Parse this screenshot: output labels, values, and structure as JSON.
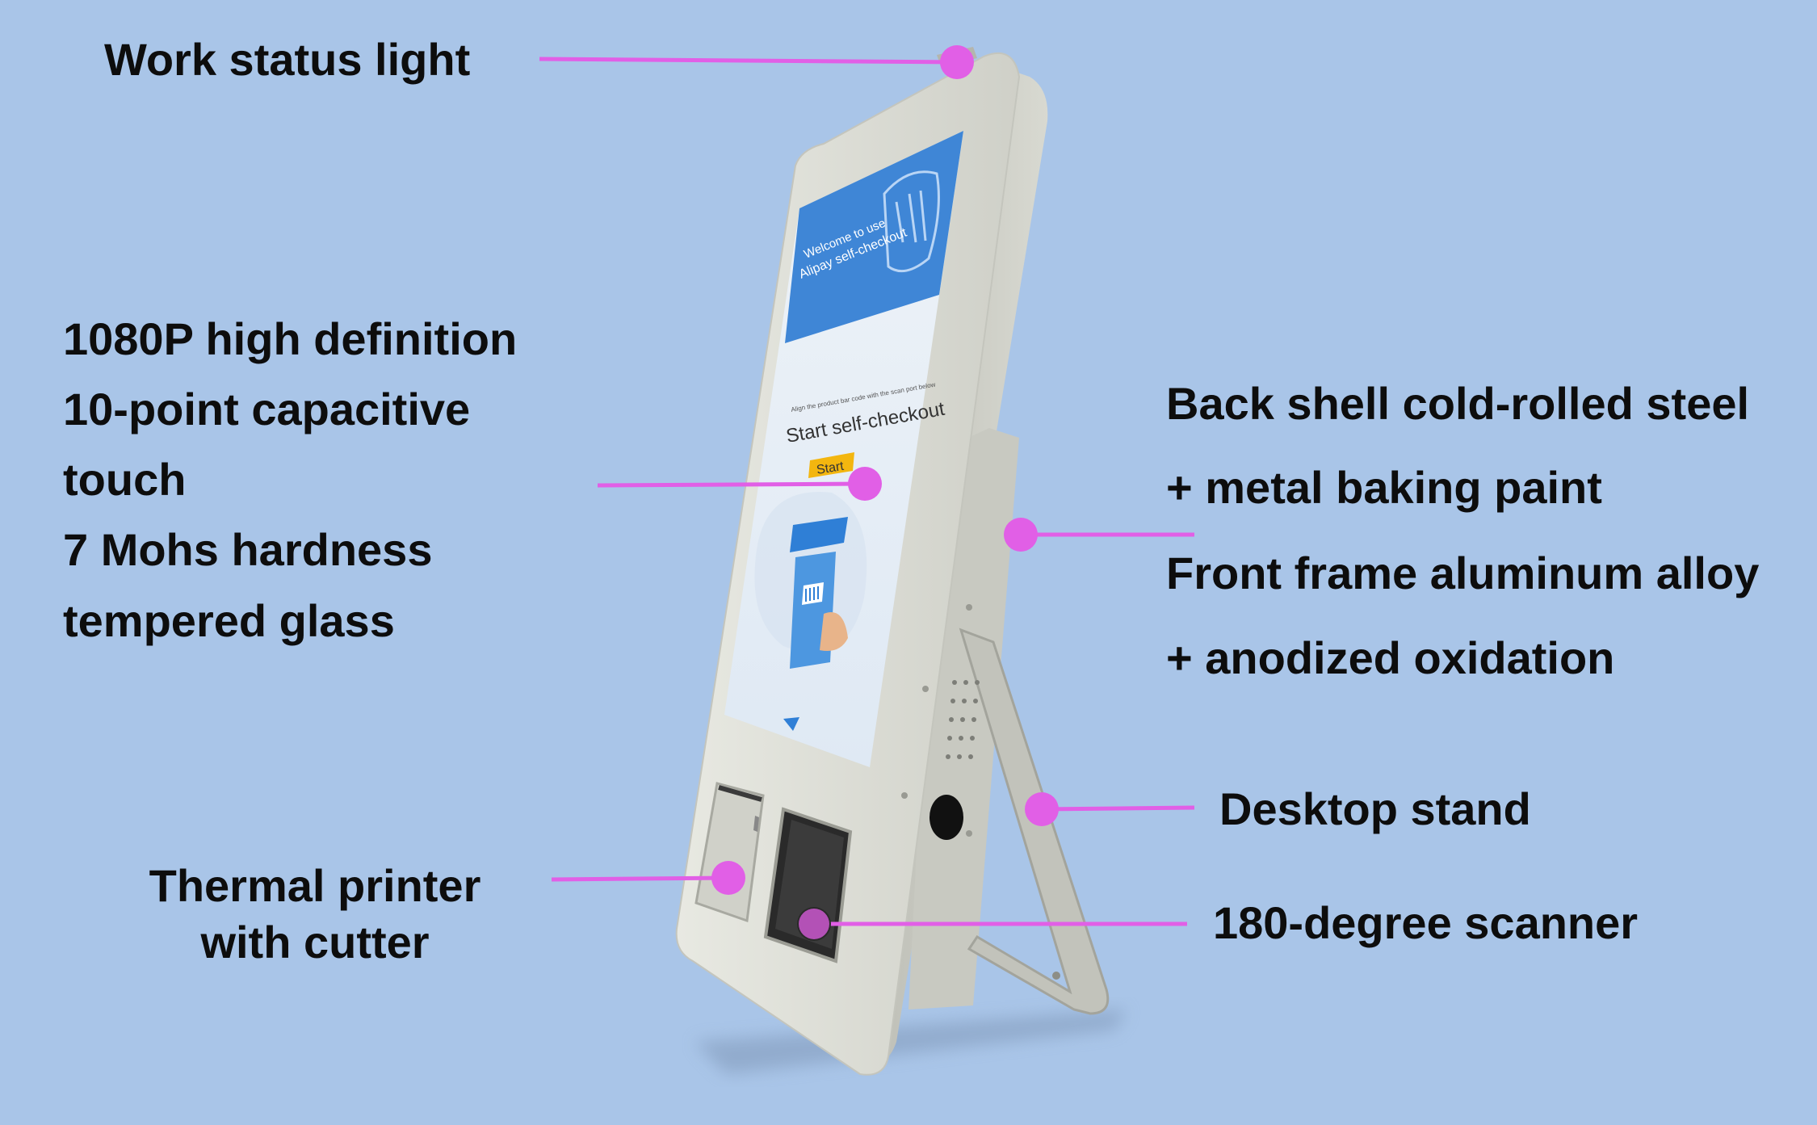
{
  "labels": {
    "work_status_light": "Work status light",
    "display_lines": [
      "1080P high definition",
      "10-point capacitive",
      "touch",
      "7 Mohs hardness",
      "tempered glass"
    ],
    "thermal_printer": [
      "Thermal printer",
      "with cutter"
    ],
    "shell_lines": [
      "Back shell cold-rolled steel",
      "+ metal baking paint",
      "Front frame aluminum alloy",
      "+ anodized oxidation"
    ],
    "desktop_stand": "Desktop stand",
    "scanner": "180-degree scanner"
  },
  "screen": {
    "welcome_line1": "Welcome to use",
    "welcome_line2": "Alipay self-checkout",
    "instruction": "Align the product bar code with the scan port below",
    "start_heading": "Start self-checkout",
    "start_button": "Start"
  },
  "colors": {
    "background": "#a9c5e8",
    "callout": "#e15fe6",
    "kiosk_body": "#dedfd7",
    "screen_header": "#3f86d6",
    "start_button": "#f3b60f"
  }
}
